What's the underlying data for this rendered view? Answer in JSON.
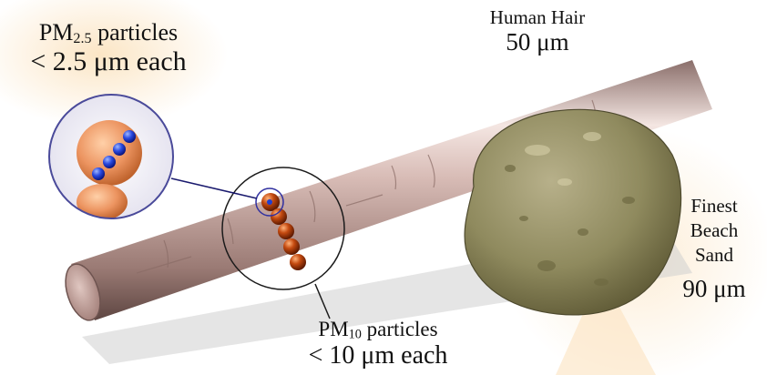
{
  "labels": {
    "pm25": {
      "pm": "PM",
      "sub": "2.5",
      "word": " particles",
      "line2": "< 2.5 μm each"
    },
    "hair": {
      "line1": "Human Hair",
      "line2": "50 μm"
    },
    "sand": {
      "line1": "Finest",
      "line2": "Beach",
      "line3": "Sand",
      "size": "90 μm"
    },
    "pm10": {
      "pm": "PM",
      "sub": "10",
      "word": " particles",
      "line2": "< 10 μm each"
    }
  },
  "colors": {
    "hair": "#c9a9a3",
    "sand": "#8f8a5e",
    "pm10_particle": "#b03a08",
    "pm25_particle": "#1f3fd0",
    "pm25_background": "#e89a62",
    "callout_line": "#1a1a6e"
  }
}
